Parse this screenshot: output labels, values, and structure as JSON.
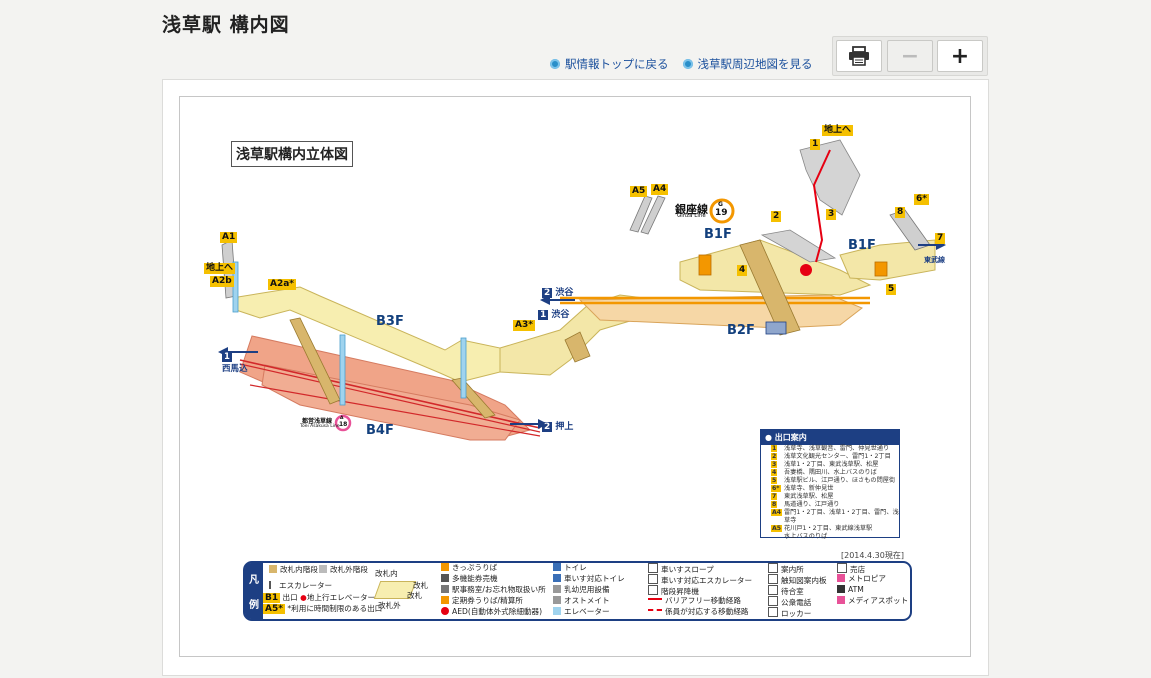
{
  "page": {
    "title": "浅草駅 構内図",
    "link_top": "駅情報トップに戻る",
    "link_map": "浅草駅周辺地図を見る"
  },
  "toolbar": {
    "print_icon": "printer-icon",
    "zoom_out": "−",
    "zoom_in": "+"
  },
  "map": {
    "title": "浅草駅構内立体図",
    "floors": {
      "b1f_left": "B1F",
      "b1f_right": "B1F",
      "b2f": "B2F",
      "b3f": "B3F",
      "b4f": "B4F"
    },
    "line_ginza": "銀座線",
    "line_ginza_en": "Ginza Line",
    "line_ginza_code": "G",
    "line_ginza_num": "19",
    "line_asakusa": "都営浅草線",
    "line_asakusa_en": "Toei Asakusa Line",
    "line_asakusa_code": "A",
    "line_asakusa_num": "18",
    "exits": [
      "A1",
      "A2b",
      "A2a*",
      "A3*",
      "A4",
      "A5",
      "1",
      "2",
      "3",
      "4",
      "5",
      "6*",
      "7",
      "8"
    ],
    "chijo_e_left": "地上へ",
    "chijo_e_right": "地上へ",
    "dir_nishimagome_num": "1",
    "dir_nishimagome": "西馬込",
    "dir_oshiage_num": "2",
    "dir_oshiage": "押上",
    "dir_shibuya_num": "2",
    "dir_shibuya": "渋谷",
    "dir_shibuya2_num": "1",
    "dir_shibuya2": "渋谷",
    "dir_tobu": "東武線",
    "date": "[2014.4.30現在]"
  },
  "exit_guide": {
    "title": "出口案内",
    "rows": [
      {
        "no": "1",
        "text": "浅草寺、浅草観音、雷門、仲見世通り"
      },
      {
        "no": "2",
        "text": "浅草文化観光センター、雷門1・2丁目"
      },
      {
        "no": "3",
        "text": "浅草1・2丁目、東武浅草駅、松屋"
      },
      {
        "no": "4",
        "text": "吾妻橋、隅田川、水上バスのりば"
      },
      {
        "no": "5",
        "text": "浅草駅ビル、江戸通り、ほさもの問屋街"
      },
      {
        "no": "6*",
        "text": "浅草寺、新仲見世"
      },
      {
        "no": "7",
        "text": "東武浅草駅、松屋"
      },
      {
        "no": "8",
        "text": "馬道通り、江戸通り"
      },
      {
        "no": "A4",
        "text": "雷門1・2丁目、浅草1・2丁目、雷門、浅草寺"
      },
      {
        "no": "A5",
        "text": "花川戸1・2丁目、東武線浅草駅"
      },
      {
        "no": "",
        "text": "水上バスのりば"
      }
    ]
  },
  "legend": {
    "side_top": "凡",
    "side_bottom": "例",
    "col1": [
      "改札内階段",
      "改札外階段",
      "エスカレーター",
      "出口",
      "地上行エレベーター",
      "*利用に時間制限のある出口"
    ],
    "gate_inside": "改札内",
    "gate_outside": "改札外",
    "gate": "改札",
    "col3": [
      "きっぷうりば",
      "多機能券売機",
      "駅事務室/お忘れ物取扱い所",
      "定期券うりば/精算所",
      "AED(自動体外式除細動器)"
    ],
    "col4": [
      "トイレ",
      "車いす対応トイレ",
      "乳幼児用設備",
      "オストメイト",
      "エレベーター"
    ],
    "col5": [
      "車いすスロープ",
      "車いす対応エスカレーター",
      "階段昇降機",
      "バリアフリー移動経路",
      "係員が対応する移動経路"
    ],
    "col6": [
      "案内所",
      "触知図案内板",
      "待合室",
      "公衆電話",
      "ロッカー"
    ],
    "col7": [
      "売店",
      "メトロピア",
      "ATM",
      "メディアスポット"
    ],
    "exit_sample_b1": "B1",
    "exit_sample_a5": "A5*"
  },
  "colors": {
    "ginza": "#f39700",
    "asakusa": "#e85298",
    "navy": "#1d3f83",
    "platform": "#f0a488",
    "concourse": "#f7eeb0"
  }
}
